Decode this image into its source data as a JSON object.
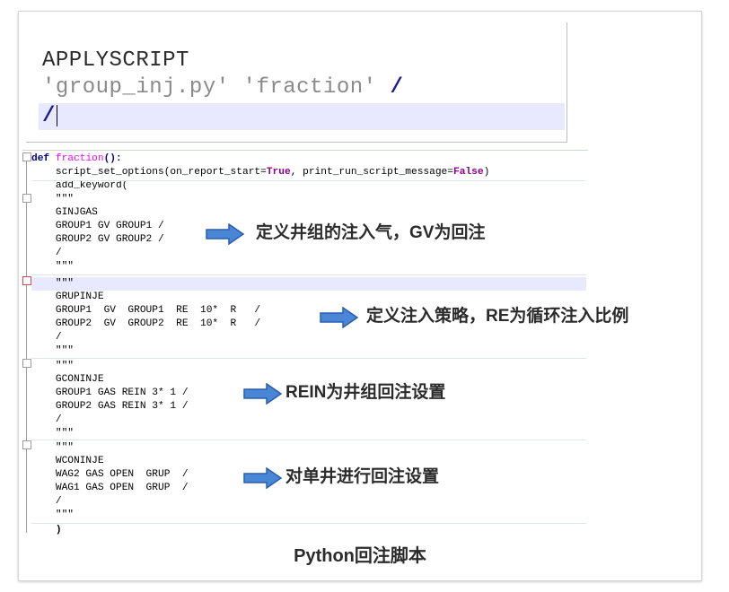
{
  "top_editor": {
    "line1": "APPLYSCRIPT",
    "line2_text": "'group_inj.py' 'fraction' ",
    "line2_slash": "/",
    "line3": "/"
  },
  "code": {
    "def_kw": "def",
    "func_name": "fraction",
    "func_sig_tail": "():",
    "line2_a": "    script_set_options(on_report_start=",
    "line2_true": "True",
    "line2_b": ", print_run_script_message=",
    "line2_false": "False",
    "line2_c": ")",
    "line3": "    add_keyword(",
    "blocks": [
      [
        "    \"\"\"",
        "    GINJGAS",
        "    GROUP1 GV GROUP1 /",
        "    GROUP2 GV GROUP2 /",
        "    /",
        "    \"\"\""
      ],
      [
        "    \"\"\"",
        "    GRUPINJE",
        "    GROUP1  GV  GROUP1  RE  10*  R   /",
        "    GROUP2  GV  GROUP2  RE  10*  R   /",
        "    /",
        "    \"\"\""
      ],
      [
        "    \"\"\"",
        "    GCONINJE",
        "    GROUP1 GAS REIN 3* 1 /",
        "    GROUP2 GAS REIN 3* 1 /",
        "    /",
        "    \"\"\""
      ],
      [
        "    \"\"\"",
        "    WCONINJE",
        "    WAG2 GAS OPEN  GRUP  /",
        "    WAG1 GAS OPEN  GRUP  /",
        "    /",
        "    \"\"\""
      ]
    ],
    "closing": "    )"
  },
  "annotations": [
    "定义井组的注入气，GV为回注",
    "定义注入策略，RE为循环注入比例",
    "REIN为井组回注设置",
    "对单井进行回注设置"
  ],
  "caption": "Python回注脚本",
  "colors": {
    "keyword": "#00008b",
    "function_name": "#ff00ff",
    "string": "#f39d36",
    "boolean": "#8b008b",
    "current_line": "#e8e8ff",
    "arrow_fill": "#4a86d6",
    "arrow_stroke": "#2a5db0"
  }
}
